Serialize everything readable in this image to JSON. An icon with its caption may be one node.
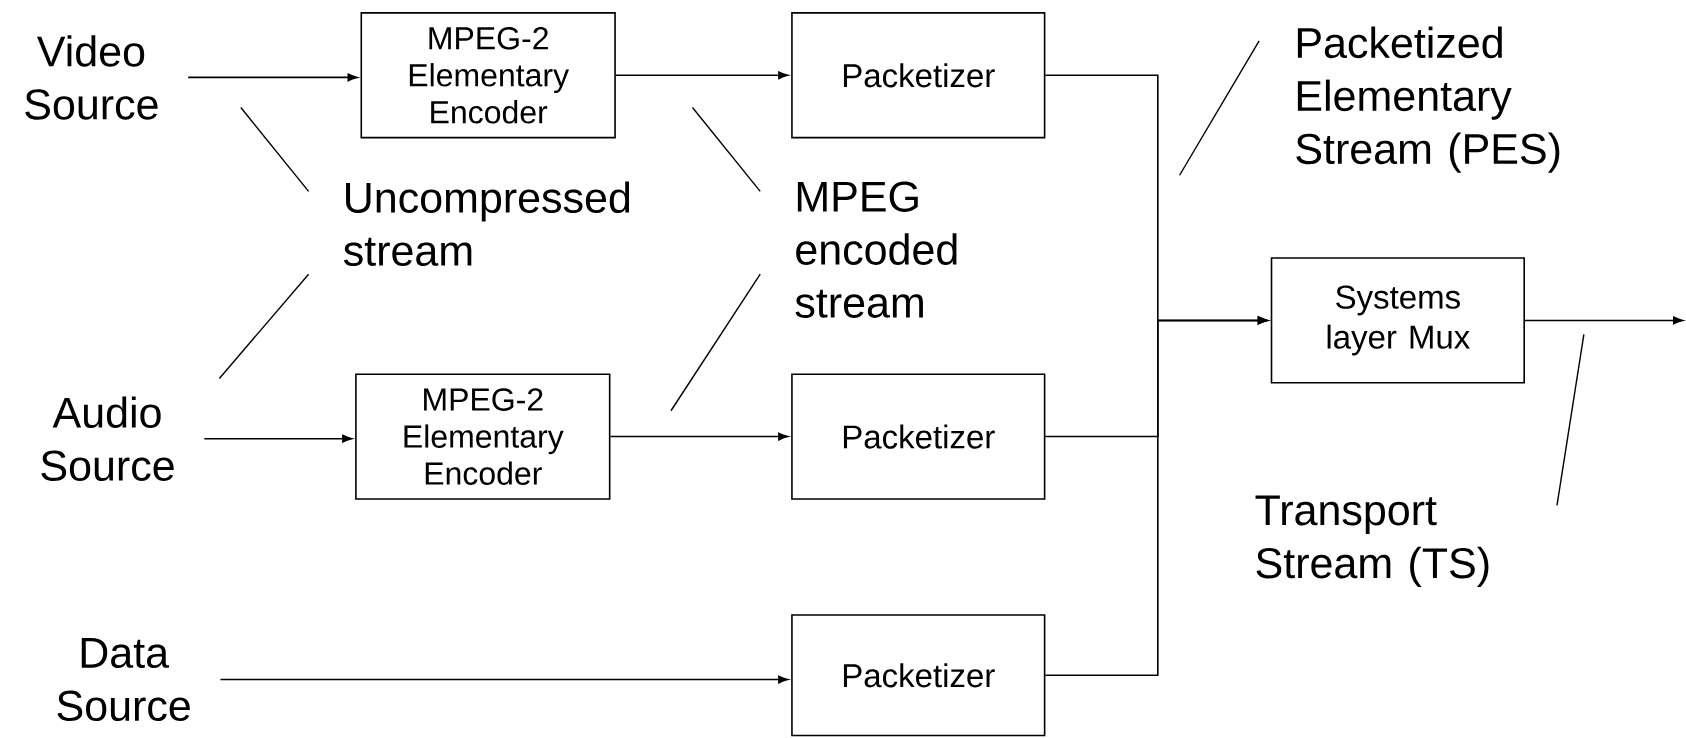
{
  "diagram": {
    "nodes": [
      {
        "text": [
          "Video Source"
        ]
      },
      {
        "text": [
          "MPEG-2 Elementary Encoder"
        ]
      },
      {
        "text": [
          "Packetizer"
        ]
      },
      {
        "text": [
          "Audio Source"
        ]
      },
      {
        "text": [
          "MPEG-2 Elementary Encoder"
        ]
      },
      {
        "text": [
          "Packetizer"
        ]
      },
      {
        "text": [
          "Data Source"
        ]
      },
      {
        "text": [
          "Packetizer"
        ]
      },
      {
        "text": [
          "Systems layer Mux"
        ]
      },
      {
        "text": [
          "Uncompressed stream"
        ]
      },
      {
        "text": [
          "MPEG encoded stream"
        ]
      },
      {
        "text": [
          "Packetized Elementary Stream (PES)"
        ]
      },
      {
        "text": [
          "Transport Stream (TS)"
        ]
      }
    ],
    "edges": [
      {
        "from": 0,
        "to": 1,
        "arrow": "to"
      },
      {
        "from": 1,
        "to": 2,
        "arrow": "to"
      },
      {
        "from": 3,
        "to": 4,
        "arrow": "to"
      },
      {
        "from": 4,
        "to": 5,
        "arrow": "to"
      },
      {
        "from": 6,
        "to": 7,
        "arrow": "to"
      },
      {
        "from": 2,
        "to": 8,
        "arrow": "to"
      },
      {
        "from": 5,
        "to": 8,
        "arrow": "to"
      },
      {
        "from": 7,
        "to": 8,
        "arrow": "to"
      },
      {
        "from": 8,
        "to": null,
        "arrow": "to"
      },
      {
        "from": 9,
        "to": null,
        "arrow": "none"
      },
      {
        "from": 9,
        "to": null,
        "arrow": "none"
      },
      {
        "from": 10,
        "to": null,
        "arrow": "none"
      },
      {
        "from": 10,
        "to": null,
        "arrow": "none"
      },
      {
        "from": 11,
        "to": null,
        "arrow": "none"
      },
      {
        "from": 12,
        "to": null,
        "arrow": "none"
      }
    ]
  }
}
